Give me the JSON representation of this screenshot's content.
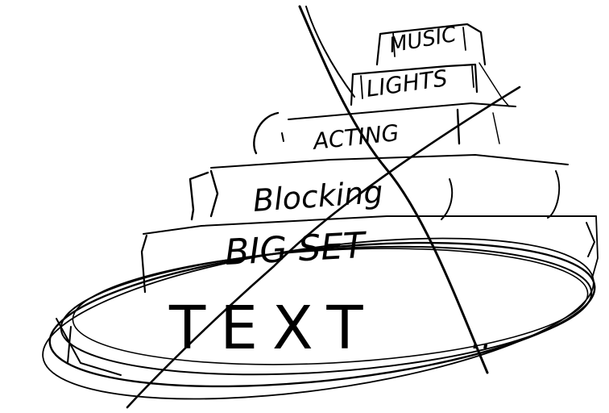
{
  "sketch": {
    "ink_color": "#000000",
    "background_color": "#ffffff",
    "layers": [
      {
        "label": "MUSIC"
      },
      {
        "label": "LIGHTS"
      },
      {
        "label": "ACTING"
      },
      {
        "label": "Blocking"
      },
      {
        "label": "BIG SET"
      },
      {
        "label": "TEXT"
      }
    ],
    "crossed_out": true
  }
}
